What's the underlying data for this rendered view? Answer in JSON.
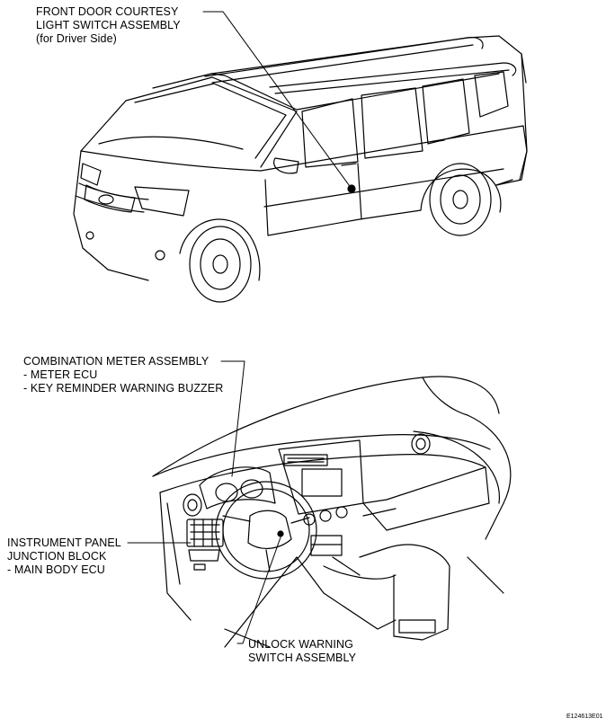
{
  "callouts": {
    "front_door_switch": {
      "line1": "FRONT DOOR COURTESY",
      "line2": "LIGHT SWITCH ASSEMBLY",
      "line3": "(for Driver Side)"
    },
    "combination_meter": {
      "line1": "COMBINATION METER ASSEMBLY",
      "line2": " - METER ECU",
      "line3": " - KEY REMINDER WARNING BUZZER"
    },
    "junction_block": {
      "line1": "INSTRUMENT PANEL",
      "line2": "JUNCTION BLOCK",
      "line3": " - MAIN BODY ECU"
    },
    "unlock_switch": {
      "line1": "UNLOCK WARNING",
      "line2": "SWITCH ASSEMBLY"
    }
  },
  "figure_code": "E124613E01"
}
